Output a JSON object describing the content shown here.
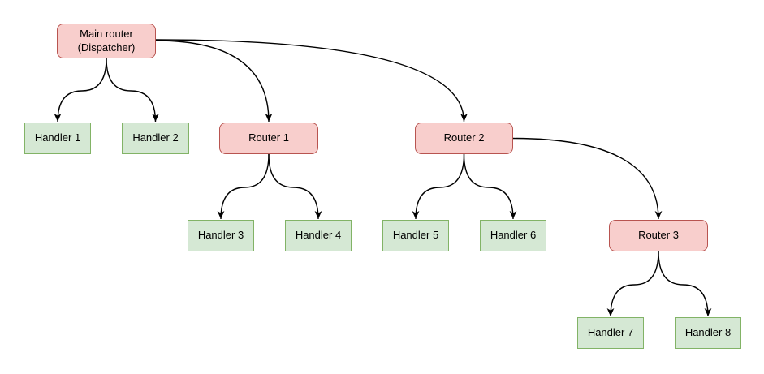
{
  "diagram": {
    "type": "tree",
    "colors": {
      "router_fill": "#f8cecc",
      "router_border": "#b85450",
      "handler_fill": "#d5e8d4",
      "handler_border": "#82b366",
      "edge": "#000000",
      "background": "#ffffff"
    },
    "nodes": {
      "main_router": {
        "label": "Main router\n(Dispatcher)",
        "type": "router"
      },
      "handler_1": {
        "label": "Handler 1",
        "type": "handler"
      },
      "handler_2": {
        "label": "Handler 2",
        "type": "handler"
      },
      "router_1": {
        "label": "Router 1",
        "type": "router"
      },
      "router_2": {
        "label": "Router 2",
        "type": "router"
      },
      "handler_3": {
        "label": "Handler 3",
        "type": "handler"
      },
      "handler_4": {
        "label": "Handler 4",
        "type": "handler"
      },
      "handler_5": {
        "label": "Handler 5",
        "type": "handler"
      },
      "handler_6": {
        "label": "Handler 6",
        "type": "handler"
      },
      "router_3": {
        "label": "Router 3",
        "type": "router"
      },
      "handler_7": {
        "label": "Handler 7",
        "type": "handler"
      },
      "handler_8": {
        "label": "Handler 8",
        "type": "handler"
      }
    },
    "edges": [
      {
        "from": "main_router",
        "to": "handler_1"
      },
      {
        "from": "main_router",
        "to": "handler_2"
      },
      {
        "from": "main_router",
        "to": "router_1"
      },
      {
        "from": "main_router",
        "to": "router_2"
      },
      {
        "from": "router_1",
        "to": "handler_3"
      },
      {
        "from": "router_1",
        "to": "handler_4"
      },
      {
        "from": "router_2",
        "to": "handler_5"
      },
      {
        "from": "router_2",
        "to": "handler_6"
      },
      {
        "from": "router_2",
        "to": "router_3"
      },
      {
        "from": "router_3",
        "to": "handler_7"
      },
      {
        "from": "router_3",
        "to": "handler_8"
      }
    ]
  }
}
